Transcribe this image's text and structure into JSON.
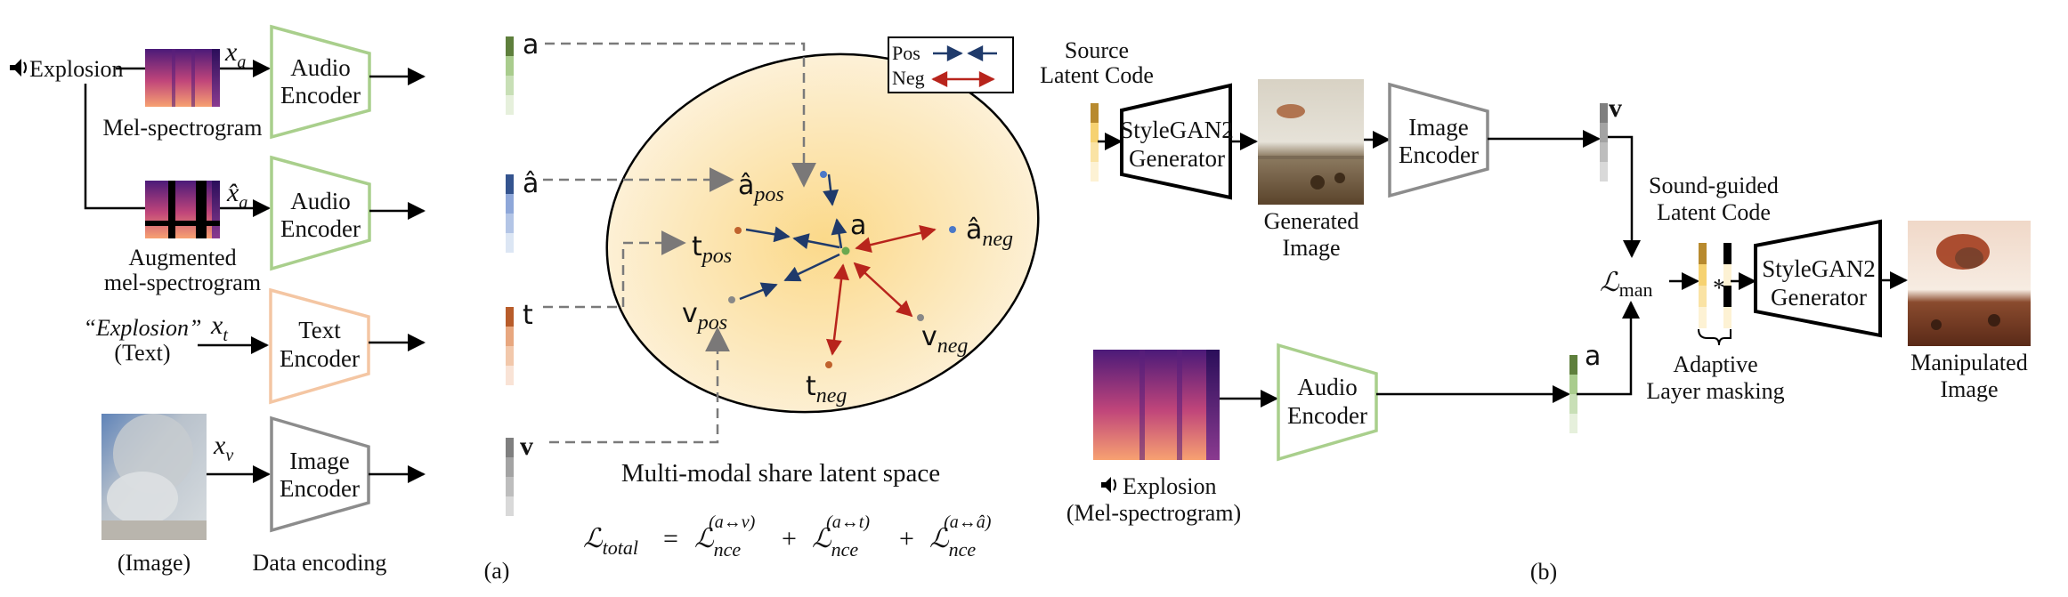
{
  "panel_a": {
    "tag": "(a)",
    "audio_input": {
      "icon": "speaker-icon",
      "label": "Explosion"
    },
    "mel": {
      "caption": "Mel-spectrogram",
      "var": "x",
      "sub": "a"
    },
    "aug_mel": {
      "caption_line1": "Augmented",
      "caption_line2": "mel-spectrogram",
      "var": "x̂",
      "sub": "a"
    },
    "text_input": {
      "quote": "“Explosion”",
      "caption": "(Text)",
      "var": "x",
      "sub": "t"
    },
    "image_input": {
      "caption": "(Image)",
      "var": "x",
      "sub": "v"
    },
    "encoders": [
      {
        "id": "audio1",
        "line1": "Audio",
        "line2": "Encoder",
        "color": "#a9cf8c",
        "output": "a"
      },
      {
        "id": "audio2",
        "line1": "Audio",
        "line2": "Encoder",
        "color": "#a9cf8c",
        "output": "â"
      },
      {
        "id": "text",
        "line1": "Text",
        "line2": "Encoder",
        "color": "#f4c6a3",
        "output": "t"
      },
      {
        "id": "image",
        "line1": "Image",
        "line2": "Encoder",
        "color": "#8c8c8c",
        "output": "v"
      }
    ],
    "embedding_colors": {
      "a": [
        "#5e7f3c",
        "#a9cc8d",
        "#c8dfb6",
        "#e6f0dc"
      ],
      "a_hat": [
        "#34548f",
        "#8ea7d9",
        "#b3c5e6",
        "#dce6f4"
      ],
      "t": [
        "#b85c2a",
        "#e8a77f",
        "#f2c8ab",
        "#f9e3d6"
      ],
      "v": [
        "#7f7f7f",
        "#a3a3a3",
        "#bdbdbd",
        "#d9d9d9"
      ]
    },
    "data_encoding_label": "Data encoding",
    "latent_space": {
      "title": "Multi-modal share latent space",
      "fill_center": "#fbd98a",
      "fill_edge": "#fdf2dc",
      "anchor": {
        "label": "a",
        "color": "#6aa84f"
      },
      "points": [
        {
          "name": "a_pos",
          "base": "â",
          "sub": "pos",
          "color": "#4a78c8",
          "kind": "pos"
        },
        {
          "name": "t_pos",
          "base": "t",
          "sub": "pos",
          "color": "#c0622d",
          "kind": "pos"
        },
        {
          "name": "v_pos",
          "base": "v",
          "sub": "pos",
          "color": "#888888",
          "kind": "pos"
        },
        {
          "name": "a_neg",
          "base": "â",
          "sub": "neg",
          "color": "#4a78c8",
          "kind": "neg"
        },
        {
          "name": "v_neg",
          "base": "v",
          "sub": "neg",
          "color": "#888888",
          "kind": "neg"
        },
        {
          "name": "t_neg",
          "base": "t",
          "sub": "neg",
          "color": "#c0622d",
          "kind": "neg"
        }
      ]
    },
    "legend": {
      "pos_label": "Pos",
      "neg_label": "Neg",
      "pos_color": "#1f3a6b",
      "neg_color": "#b8241c"
    },
    "loss": {
      "lhs": "ℒ",
      "lhs_sub": "total",
      "eq": "=",
      "terms": [
        {
          "sym": "ℒ",
          "sub": "nce",
          "sup": "(a↔v)"
        },
        {
          "sym": "ℒ",
          "sub": "nce",
          "sup": "(a↔t)"
        },
        {
          "sym": "ℒ",
          "sub": "nce",
          "sup": "(a↔â)"
        }
      ],
      "plus": "+"
    }
  },
  "panel_b": {
    "tag": "(b)",
    "source_code": {
      "line1": "Source",
      "line2": "Latent Code",
      "colors": [
        "#b88a2e",
        "#f6d271",
        "#fae3a4",
        "#fdf2d4"
      ]
    },
    "generator1": {
      "line1": "StyleGAN2",
      "line2": "Generator"
    },
    "generated_image": {
      "line1": "Generated",
      "line2": "Image"
    },
    "image_encoder": {
      "line1": "Image",
      "line2": "Encoder",
      "output": "v"
    },
    "sound_guided": {
      "line1": "Sound-guided",
      "line2": "Latent Code"
    },
    "loss": {
      "sym": "ℒ",
      "sub": "man"
    },
    "masking": {
      "op": "*",
      "line1": "Adaptive",
      "line2": "Layer masking",
      "mask_colors": [
        "#000000",
        "#fdf2d4",
        "#000000",
        "#fdf2d4"
      ]
    },
    "generator2": {
      "line1": "StyleGAN2",
      "line2": "Generator"
    },
    "manipulated_image": {
      "line1": "Manipulated",
      "line2": "Image"
    },
    "audio_input": {
      "icon": "speaker-icon",
      "label": "Explosion",
      "caption": "(Mel-spectrogram)"
    },
    "audio_encoder": {
      "line1": "Audio",
      "line2": "Encoder",
      "output": "a"
    }
  }
}
